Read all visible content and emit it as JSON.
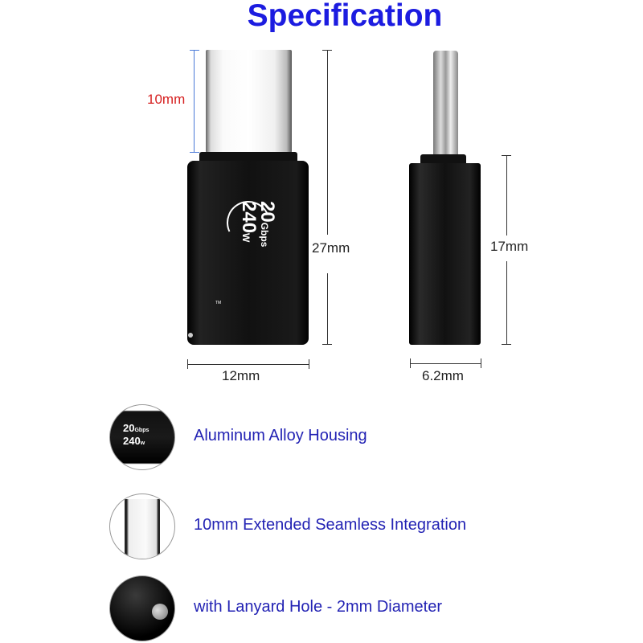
{
  "title": "Specification",
  "dimensions": {
    "plug_length": "10mm",
    "total_length": "27mm",
    "width": "12mm",
    "body_length": "17mm",
    "thickness": "6.2mm"
  },
  "product_label": {
    "speed": "20",
    "speed_unit": "Gbps",
    "power": "240",
    "power_unit": "W",
    "tm": "TM"
  },
  "features": [
    {
      "label": "Aluminum Alloy Housing",
      "icon": "housing-closeup"
    },
    {
      "label": "10mm Extended Seamless Integration",
      "icon": "plug-closeup"
    },
    {
      "label": "with Lanyard Hole - 2mm Diameter",
      "icon": "lanyard-hole-closeup"
    }
  ],
  "colors": {
    "title": "#1c1ce0",
    "feature_text": "#2323b4",
    "plug_dim": "#d62020",
    "body": "#0c0c0c"
  }
}
